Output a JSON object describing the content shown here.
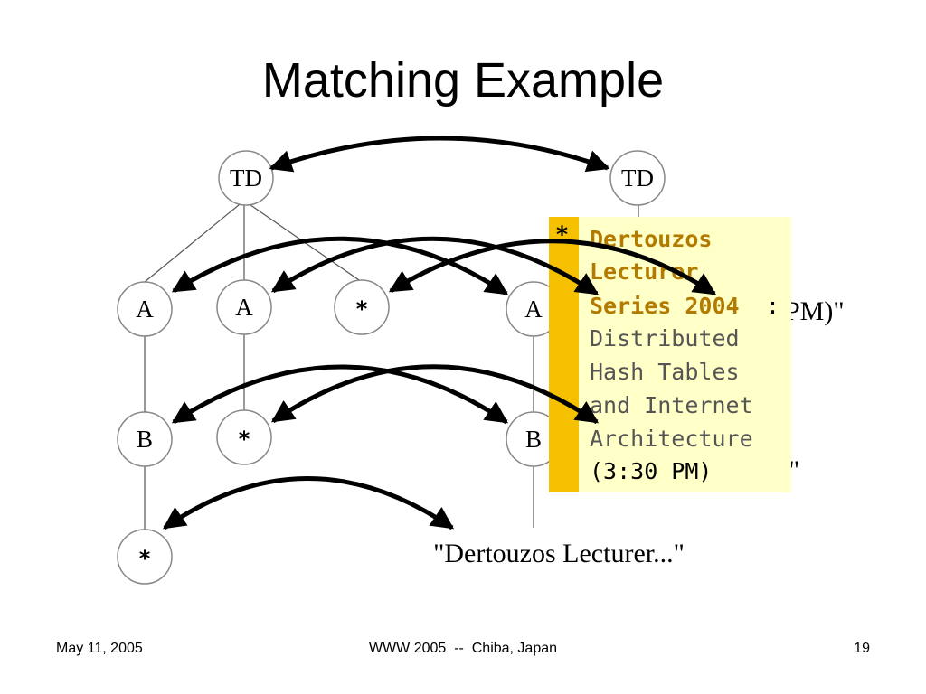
{
  "slide": {
    "title": "Matching Example"
  },
  "left_tree": {
    "root": "TD",
    "level1": [
      "A",
      "A",
      "*"
    ],
    "level2": [
      "B",
      "*"
    ],
    "level3": [
      "*"
    ]
  },
  "right_tree": {
    "root": "TD",
    "level1": [
      "A"
    ],
    "level2": [
      "B"
    ],
    "text_node": "\"Dertouzos Lecturer...\""
  },
  "popup": {
    "marker": "*",
    "title_lines": [
      "Dertouzos",
      "Lecturer",
      "Series 2004"
    ],
    "title_suffix": ":",
    "body_lines": [
      "Distributed",
      "Hash Tables",
      "and Internet",
      "Architecture",
      "(3:30 PM)"
    ],
    "behind_text_1": "PM)\"",
    "behind_text_2": "\"",
    "colors": {
      "background": "#ffffc8",
      "sidebar": "#f5c000",
      "title_text": "#b37a00",
      "body_text": "#555555"
    }
  },
  "footer": {
    "date": "May 11, 2005",
    "venue": "WWW 2005  --  Chiba, Japan",
    "page": "19"
  }
}
